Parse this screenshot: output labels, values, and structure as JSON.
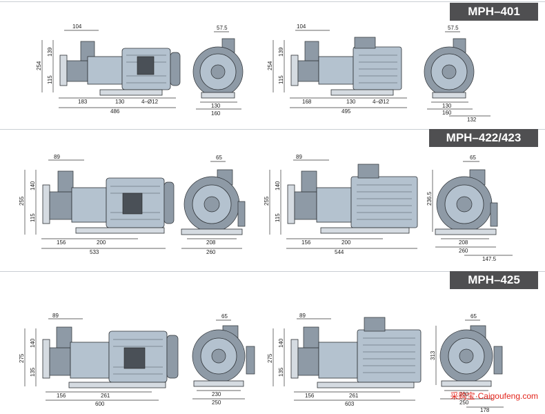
{
  "sections": [
    {
      "title": "MPH–401",
      "side1": {
        "top": "104",
        "h1": "139",
        "h2": "115",
        "htot": "254",
        "b1": "183",
        "b2": "130",
        "bolt": "4–Ø12",
        "btot": "486"
      },
      "end1": {
        "top": "57.5",
        "b1": "130",
        "b2": "160"
      },
      "side2": {
        "top": "104",
        "h1": "139",
        "h2": "115",
        "htot": "254",
        "b1": "168",
        "b2": "130",
        "bolt": "4–Ø12",
        "btot": "495"
      },
      "end2": {
        "top": "57.5",
        "b1": "130",
        "b2": "160",
        "b3": "132"
      }
    },
    {
      "title": "MPH–422/423",
      "side1": {
        "top": "89",
        "h1": "140",
        "h2": "115",
        "htot": "255",
        "b1": "156",
        "b2": "200",
        "btot": "533"
      },
      "end1": {
        "top": "65",
        "b1": "208",
        "b2": "260"
      },
      "side2": {
        "top": "89",
        "h1": "140",
        "h2": "115",
        "htot": "255",
        "b1": "156",
        "b2": "200",
        "btot": "544"
      },
      "end2": {
        "top": "65",
        "side": "236.5",
        "b1": "208",
        "b2": "260",
        "b3": "147.5"
      }
    },
    {
      "title": "MPH–425",
      "side1": {
        "top": "89",
        "h1": "140",
        "h2": "135",
        "htot": "275",
        "b1": "156",
        "b2": "261",
        "btot": "600"
      },
      "end1": {
        "top": "65",
        "b1": "230",
        "b2": "250"
      },
      "side2": {
        "top": "89",
        "h1": "140",
        "h2": "135",
        "htot": "275",
        "b1": "156",
        "b2": "261",
        "btot": "603"
      },
      "end2": {
        "top": "65",
        "side": "313",
        "b1": "230",
        "b2": "250",
        "b3": "178"
      }
    }
  ],
  "watermark": "采购宝·Caigoufeng.com"
}
